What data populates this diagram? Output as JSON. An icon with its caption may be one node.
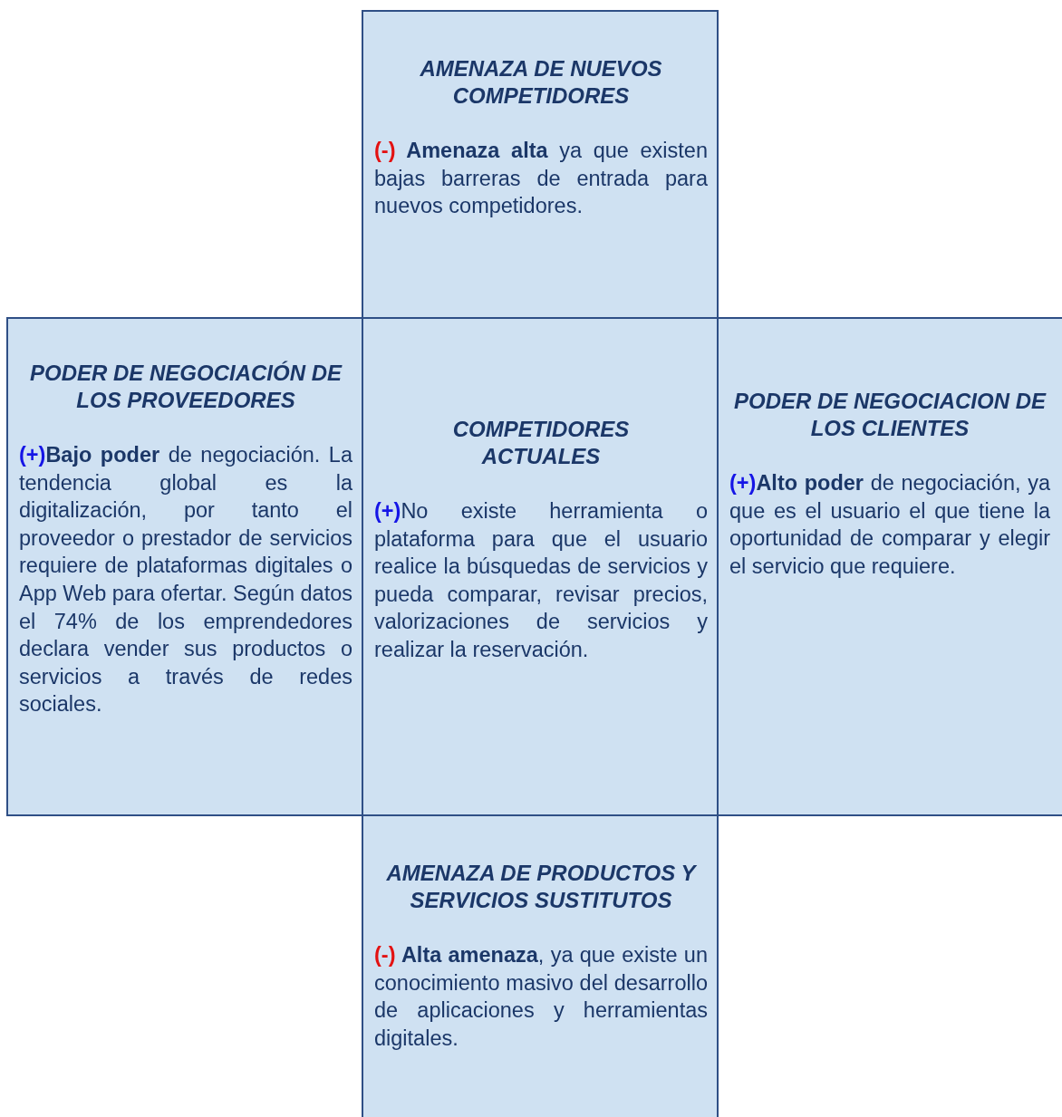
{
  "diagram": {
    "nodes": [
      {
        "text": [
          "AMENAZA DE NUEVOS COMPETIDORES",
          "**(-) Amenaza alta** ya que existen bajas barreras de entrada para nuevos competidores."
        ]
      },
      {
        "text": [
          "PODER DE NEGOCIACIÓN DE LOS PROVEEDORES",
          "**(+)Bajo poder** de negociación. La tendencia global es la digitalización, por tanto el proveedor o prestador de servicios requiere de plataformas digitales o App Web para ofertar. Según datos el 74% de los emprendedores declara vender sus productos o servicios a través de redes sociales."
        ]
      },
      {
        "text": [
          "COMPETIDORES ACTUALES",
          "**(+)**No existe herramienta o plataforma para que el usuario realice la búsquedas de servicios y pueda comparar, revisar precios, valorizaciones de servicios y realizar la reservación."
        ]
      },
      {
        "text": [
          "PODER DE NEGOCIACION DE LOS CLIENTES",
          "**(+)Alto poder** de negociación, ya que es el usuario el que tiene la oportunidad de comparar y elegir el servicio que requiere."
        ]
      },
      {
        "text": [
          "AMENAZA DE PRODUCTOS Y SERVICIOS SUSTITUTOS",
          "**(-) Alta amenaza**, ya que existe un conocimiento masivo del desarrollo de aplicaciones y herramientas digitales."
        ]
      }
    ],
    "edges": []
  }
}
